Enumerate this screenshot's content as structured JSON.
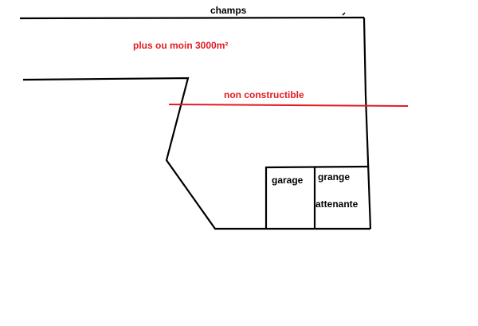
{
  "labels": {
    "champs": "champs",
    "area": "plus ou moin 3000m²",
    "non_constructible": "non constructible",
    "garage": "garage",
    "grange": "grange",
    "attenante": "attenante"
  },
  "colors": {
    "outline": "#000000",
    "boundary_line": "#e31b23",
    "annotation_text": "#e31b23",
    "background": "#ffffff"
  }
}
